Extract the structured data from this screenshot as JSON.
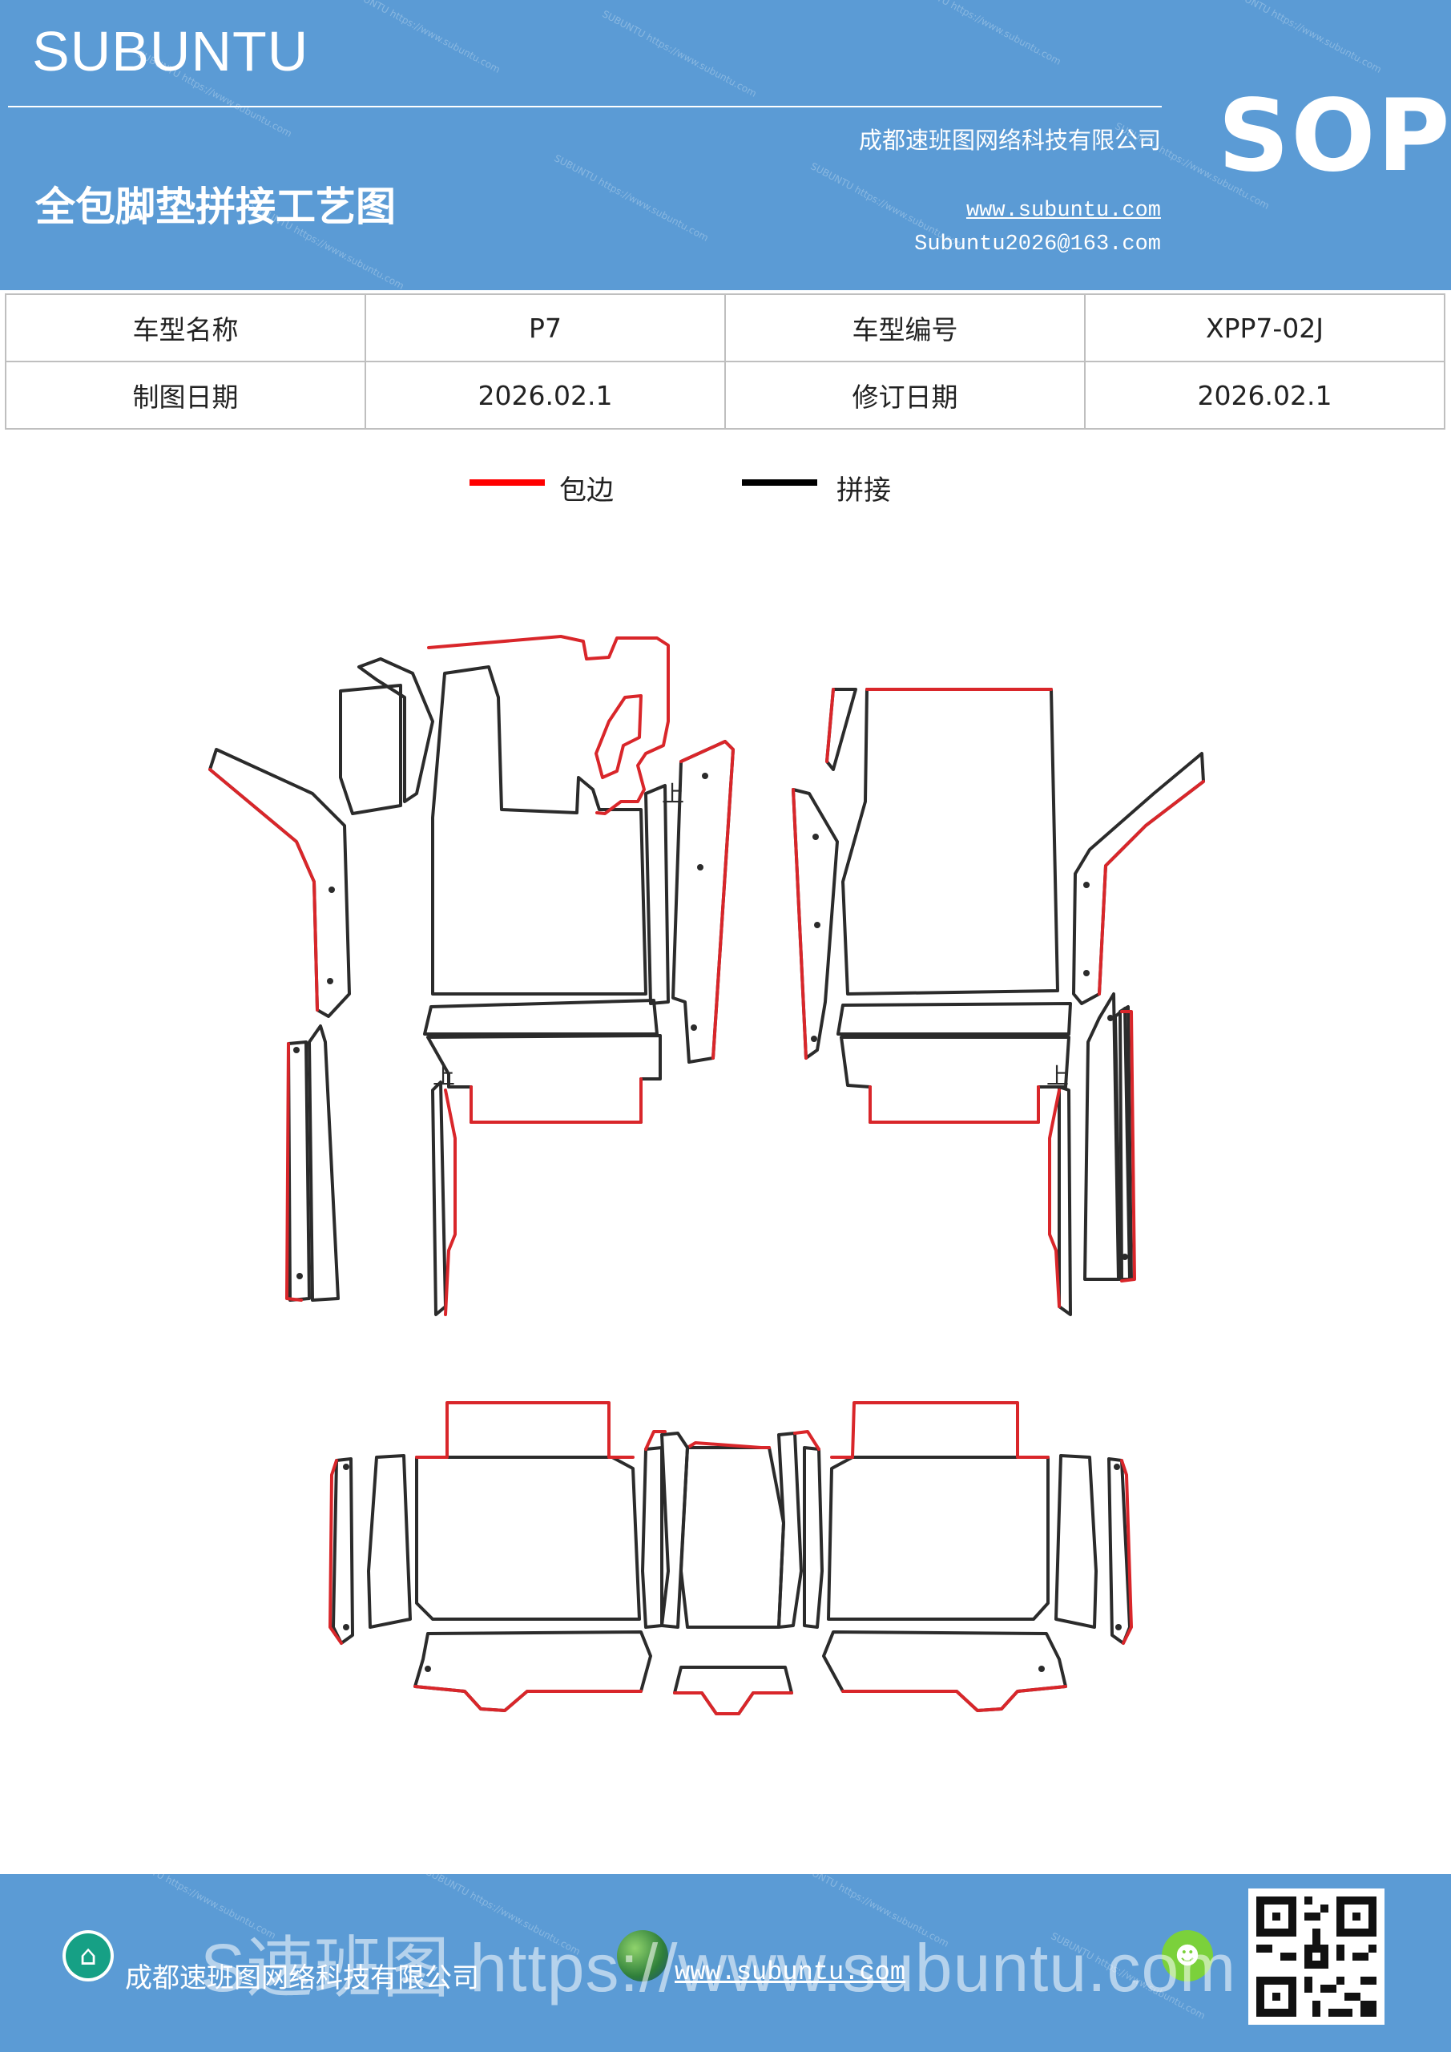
{
  "header": {
    "brand": "SUBUNTU",
    "company": "成都速班图网络科技有限公司",
    "website": "www.subuntu.com",
    "email": "Subuntu2026@163.com",
    "doc_title": "全包脚垫拼接工艺图",
    "badge": "SOP"
  },
  "info_table": {
    "model_name_label": "车型名称",
    "model_name_value": "P7",
    "model_code_label": "车型编号",
    "model_code_value": "XPP7-02J",
    "draw_date_label": "制图日期",
    "draw_date_value": "2026.02.1",
    "revise_date_label": "修订日期",
    "revise_date_value": "2026.02.1"
  },
  "legend": {
    "edging_label": "包边",
    "edging_color": "#ff0000",
    "splice_label": "拼接",
    "splice_color": "#000000"
  },
  "diagram": {
    "up_marker": "上",
    "edge_color": "#d9262a",
    "seam_color": "#2b2b2b"
  },
  "footer": {
    "company": "成都速班图网络科技有限公司",
    "website": "www.subuntu.com",
    "overlay_text": "S速班图 https://www.subuntu.com",
    "icons": [
      "building-icon",
      "globe-icon",
      "wechat-icon",
      "qr-code"
    ]
  }
}
